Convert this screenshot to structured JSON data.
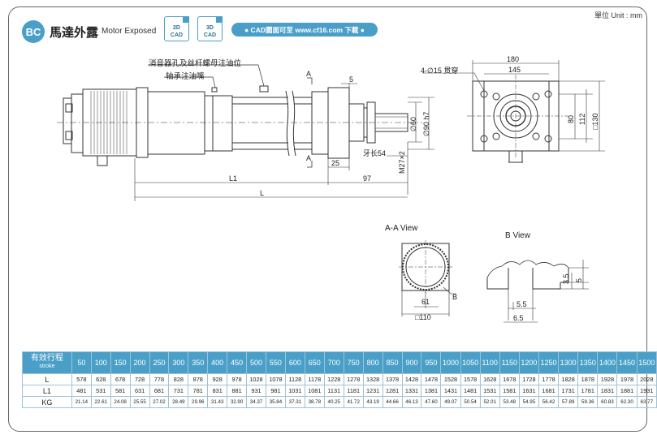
{
  "header": {
    "unit": "單位 Unit : mm",
    "badge": "BC",
    "title_cn": "馬達外露",
    "title_en": "Motor Exposed",
    "cad2_a": "2D",
    "cad2_b": "CAD",
    "cad3_a": "3D",
    "cad3_b": "CAD",
    "download": "● CAD圖面可至 www.cf16.com 下載 ●"
  },
  "side_view": {
    "note_oil_hole": "消音器孔及丝杆螺母注油位",
    "note_bearing": "轴承注油嘴",
    "section_a_top": "A",
    "section_a_bottom": "A",
    "dim_5": "5",
    "dim_25": "25",
    "dim_97": "97",
    "dim_l1": "L1",
    "dim_l": "L",
    "dim_d60": "∅60",
    "dim_d90": "∅90 h7",
    "dim_thread_len": "牙长54",
    "dim_thread": "M27×2"
  },
  "end_view": {
    "holes": "4-∅15 贯穿",
    "dim_180": "180",
    "dim_145": "145",
    "dim_80": "80",
    "dim_112": "112",
    "dim_130": "□130"
  },
  "aa_view": {
    "title": "A-A View",
    "label_b": "B",
    "dim_61": "61",
    "dim_110": "□110"
  },
  "b_view": {
    "title": "B View",
    "dim_35": "3.5",
    "dim_5": "5",
    "dim_55": "5.5",
    "dim_65": "6.5"
  },
  "table": {
    "header_cn": "有效行程",
    "header_en": "stroke",
    "strokes": [
      "50",
      "100",
      "150",
      "200",
      "250",
      "300",
      "350",
      "400",
      "450",
      "500",
      "550",
      "600",
      "650",
      "700",
      "750",
      "800",
      "850",
      "900",
      "950",
      "1000",
      "1050",
      "1100",
      "1150",
      "1200",
      "1250",
      "1300",
      "1350",
      "1400",
      "1450",
      "1500"
    ],
    "rows": [
      {
        "label": "L",
        "values": [
          "578",
          "628",
          "678",
          "728",
          "778",
          "828",
          "878",
          "928",
          "978",
          "1028",
          "1078",
          "1128",
          "1178",
          "1228",
          "1278",
          "1328",
          "1378",
          "1428",
          "1478",
          "1528",
          "1578",
          "1628",
          "1678",
          "1728",
          "1778",
          "1828",
          "1878",
          "1928",
          "1978",
          "2028"
        ]
      },
      {
        "label": "L1",
        "values": [
          "481",
          "531",
          "581",
          "631",
          "681",
          "731",
          "781",
          "831",
          "881",
          "931",
          "981",
          "1031",
          "1081",
          "1131",
          "1181",
          "1231",
          "1281",
          "1331",
          "1381",
          "1431",
          "1481",
          "1531",
          "1581",
          "1631",
          "1681",
          "1731",
          "1781",
          "1831",
          "1881",
          "1931"
        ]
      },
      {
        "label": "KG",
        "values": [
          "21.14",
          "22.61",
          "24.08",
          "25.55",
          "27.02",
          "28.49",
          "29.96",
          "31.43",
          "32.90",
          "34.37",
          "35.84",
          "37.31",
          "38.78",
          "40.25",
          "41.72",
          "43.19",
          "44.66",
          "46.13",
          "47.60",
          "49.07",
          "50.54",
          "52.01",
          "53.48",
          "54.95",
          "56.42",
          "57.89",
          "59.36",
          "60.83",
          "62.30",
          "63.77"
        ]
      }
    ]
  },
  "colors": {
    "accent": "#4a9fc8",
    "line": "#333333"
  }
}
